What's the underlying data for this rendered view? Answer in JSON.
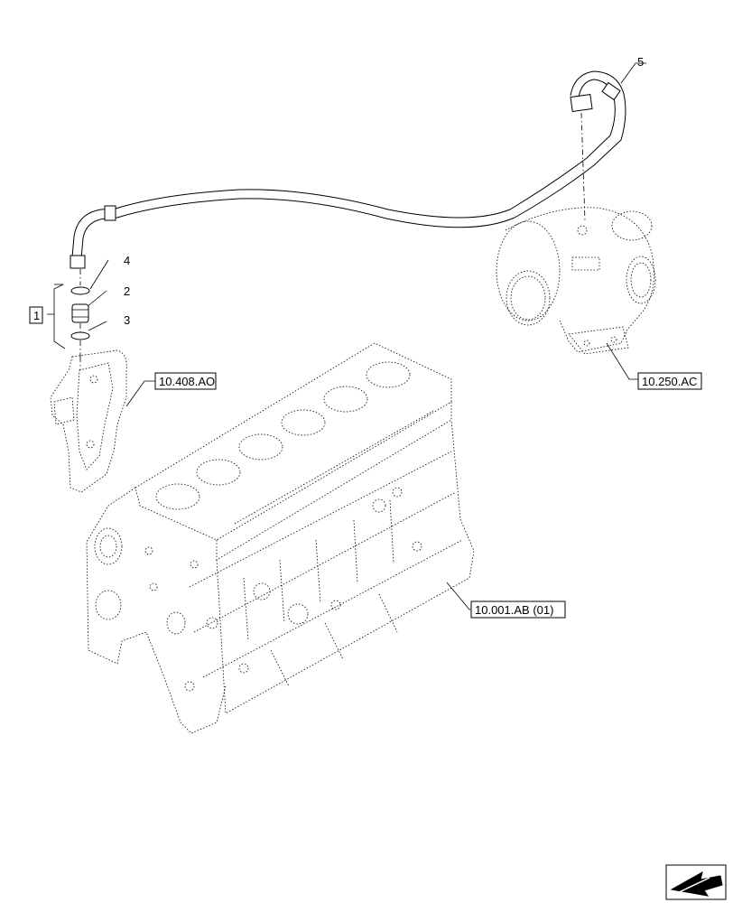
{
  "callouts": {
    "group_1": "1",
    "item_2": "2",
    "item_3": "3",
    "item_4": "4",
    "item_5": "5"
  },
  "references": {
    "oil_filter_support": "10.408.AO",
    "turbocharger": "10.250.AC",
    "engine_block": "10.001.AB (01)"
  },
  "navigation": {
    "icon": "page-arrow-icon"
  }
}
